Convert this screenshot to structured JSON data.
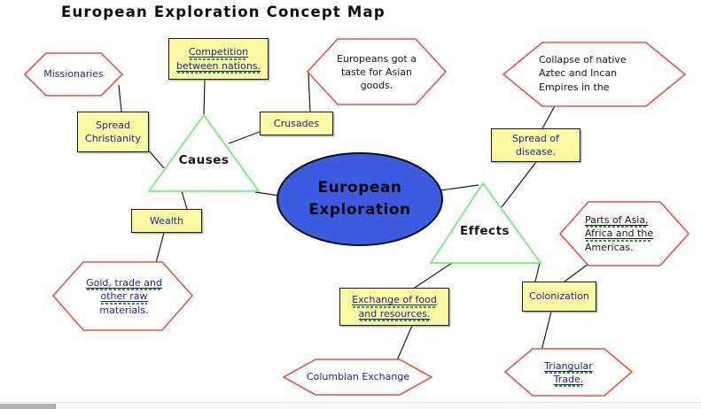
{
  "title": "European Exploration Concept Map",
  "palette": {
    "node_fill_yellow": "#fcf9a5",
    "hexagon_border_red": "#e8504c",
    "triangle_border_green": "#74ee74",
    "center_fill_blue": "#3d5be0",
    "text_navy": "#1f1f8f",
    "text_black": "#161616",
    "squiggle_green": "#2f9e2f",
    "connector_black": "#1a1a1a"
  },
  "nodes": {
    "center": {
      "type": "ellipse",
      "label": "European\nExploration"
    },
    "causes": {
      "type": "triangle",
      "label": "Causes"
    },
    "effects": {
      "type": "triangle",
      "label": "Effects"
    },
    "missionaries": {
      "type": "hexagon",
      "lines": [
        {
          "t": "Missionaries",
          "u": false
        }
      ]
    },
    "competition": {
      "type": "rect",
      "lines": [
        {
          "t": "Competition",
          "u": true
        },
        {
          "t": "between nations.",
          "u": true
        }
      ]
    },
    "spread_christianity": {
      "type": "rect",
      "lines": [
        {
          "t": "Spread",
          "u": false
        },
        {
          "t": "Christianity",
          "u": false
        }
      ]
    },
    "crusades": {
      "type": "rect",
      "lines": [
        {
          "t": "Crusades",
          "u": false
        }
      ]
    },
    "europeans_taste": {
      "type": "hexagon",
      "lines": [
        {
          "t": "Europeans got a",
          "u": false
        },
        {
          "t": "taste for Asian",
          "u": false
        },
        {
          "t": "goods.",
          "u": false
        }
      ]
    },
    "wealth": {
      "type": "rect",
      "lines": [
        {
          "t": "Wealth",
          "u": false
        }
      ]
    },
    "gold_trade": {
      "type": "hexagon",
      "lines": [
        {
          "t": "Gold, trade and",
          "u": true
        },
        {
          "t": "other raw",
          "u": true
        },
        {
          "t": "materials.",
          "u": false
        }
      ]
    },
    "spread_disease": {
      "type": "rect",
      "lines": [
        {
          "t": "Spread of",
          "u": false
        },
        {
          "t": "disease.",
          "u": false
        }
      ]
    },
    "collapse_empires": {
      "type": "hexagon",
      "lines": [
        {
          "t": "Collapse of native",
          "u": false
        },
        {
          "t": "Aztec and Incan",
          "u": false
        },
        {
          "t": "Empires in the",
          "u": false
        }
      ]
    },
    "parts_asia": {
      "type": "hexagon",
      "lines": [
        {
          "t": "Parts of Asia,",
          "u": true
        },
        {
          "t": "Africa and the",
          "u": true
        },
        {
          "t": "Americas.",
          "u": false
        }
      ]
    },
    "exchange_food": {
      "type": "rect",
      "lines": [
        {
          "t": "Exchange of food",
          "u": true
        },
        {
          "t": "and resources.",
          "u": true
        }
      ]
    },
    "columbian": {
      "type": "hexagon",
      "lines": [
        {
          "t": "Columbian Exchange",
          "u": false
        }
      ]
    },
    "colonization": {
      "type": "rect",
      "lines": [
        {
          "t": "Colonization",
          "u": false
        }
      ]
    },
    "triangular_trade": {
      "type": "hexagon",
      "lines": [
        {
          "t": "Triangular",
          "u": true
        },
        {
          "t": "Trade.",
          "u": true
        }
      ]
    }
  },
  "connections": [
    [
      "missionaries",
      "spread_christianity"
    ],
    [
      "spread_christianity",
      "causes"
    ],
    [
      "competition",
      "causes"
    ],
    [
      "crusades",
      "causes"
    ],
    [
      "europeans_taste",
      "crusades"
    ],
    [
      "causes",
      "wealth"
    ],
    [
      "wealth",
      "gold_trade"
    ],
    [
      "center",
      "causes"
    ],
    [
      "center",
      "effects"
    ],
    [
      "collapse_empires",
      "spread_disease"
    ],
    [
      "spread_disease",
      "effects"
    ],
    [
      "effects",
      "exchange_food"
    ],
    [
      "exchange_food",
      "columbian"
    ],
    [
      "effects",
      "colonization"
    ],
    [
      "parts_asia",
      "colonization"
    ],
    [
      "colonization",
      "triangular_trade"
    ]
  ]
}
